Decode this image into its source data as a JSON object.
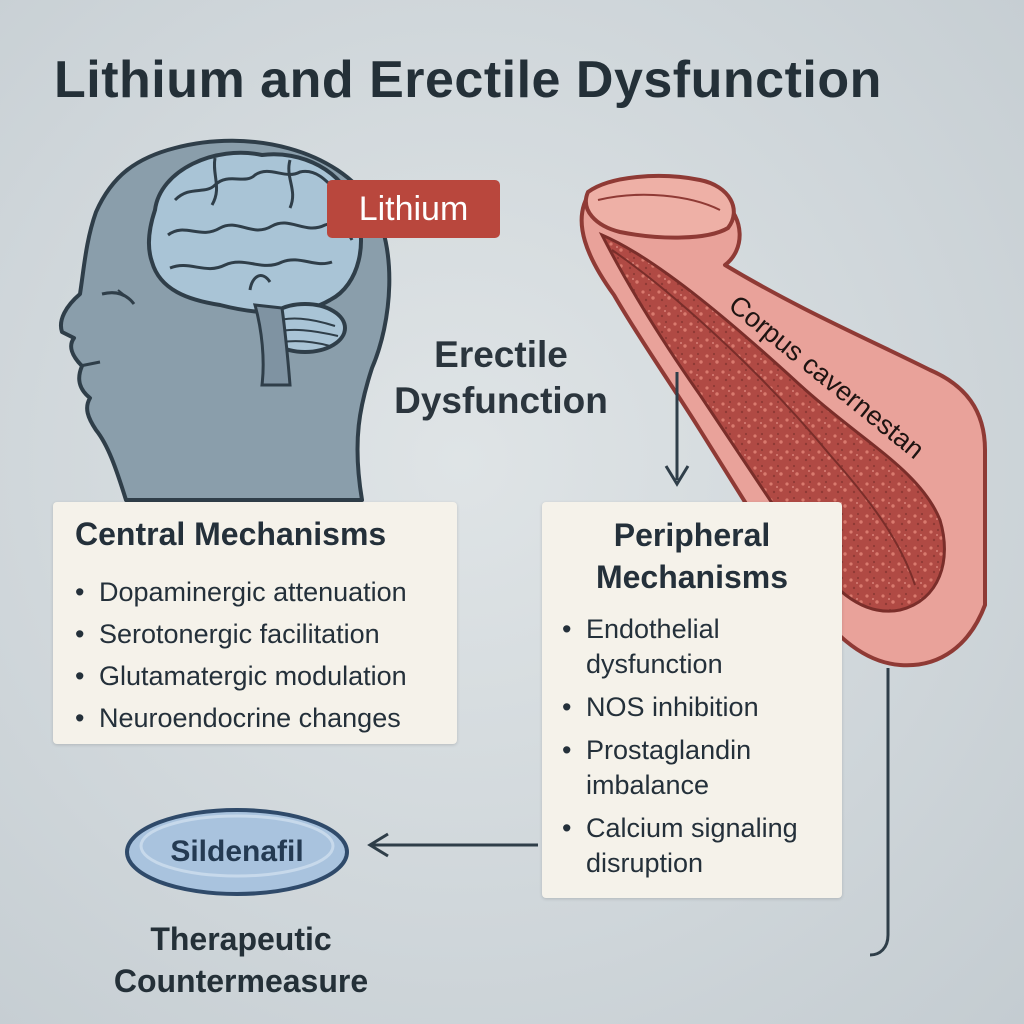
{
  "title": "Lithium and Erectile Dysfunction",
  "lithium_label": "Lithium",
  "center_label": {
    "line1": "Erectile",
    "line2": "Dysfunction"
  },
  "corpus_label": "Corpus cavernestan",
  "central": {
    "heading": "Central Mechanisms",
    "items": [
      "Dopaminergic attenuation",
      "Serotonergic facilitation",
      "Glutamatergic modulation",
      "Neuroendocrine changes"
    ]
  },
  "peripheral": {
    "heading_line1": "Peripheral",
    "heading_line2": "Mechanisms",
    "items": [
      {
        "line1": "Endothelial",
        "line2": "dysfunction"
      },
      {
        "line1": "NOS inhibition",
        "line2": ""
      },
      {
        "line1": "Prostaglandin",
        "line2": "imbalance"
      },
      {
        "line1": "Calcium signaling",
        "line2": "disruption"
      }
    ]
  },
  "treatment": {
    "drug": "Sildenafil",
    "caption_line1": "Therapeutic",
    "caption_line2": "Countermeasure"
  },
  "colors": {
    "lithium_badge": "#b9473d",
    "head": "#8a9eab",
    "brain": "#a9c4d6",
    "tissue": "#b04a44",
    "card": "#f5f2ea",
    "tablet": "#a9c3de"
  }
}
